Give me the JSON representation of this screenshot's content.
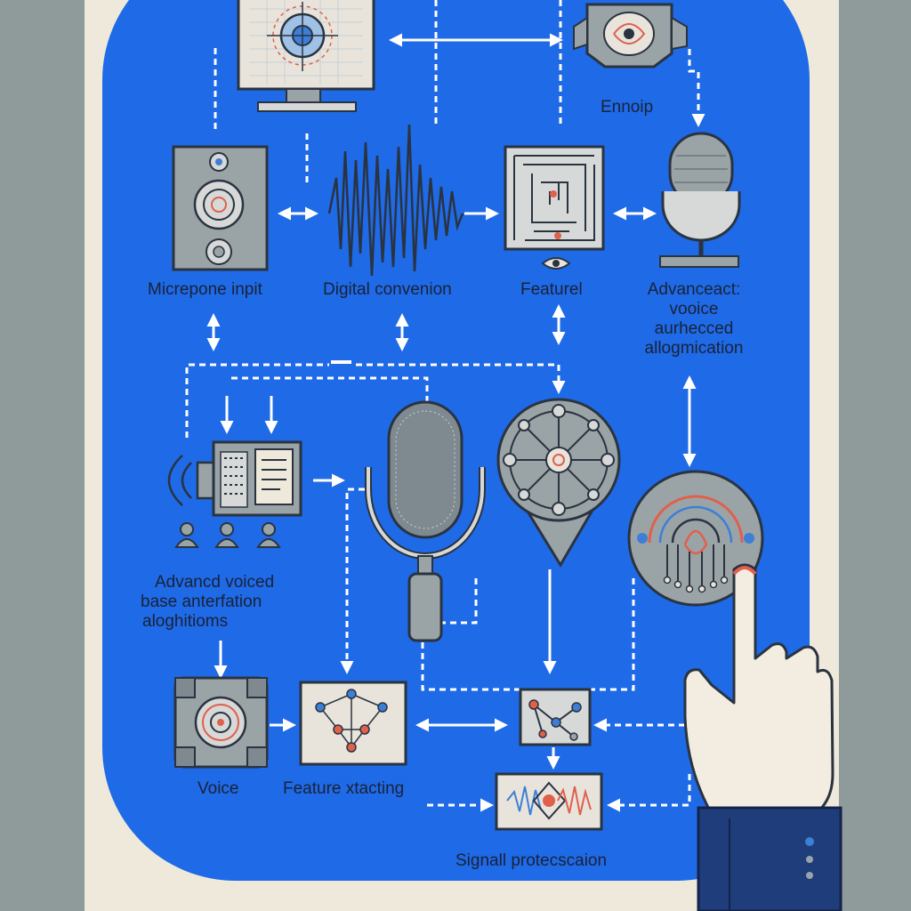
{
  "colors": {
    "page_bg": "#8f9a9a",
    "panel_cream": "#efe9dc",
    "board_blue": "#1f6ae6",
    "icon_grey": "#9aa4a6",
    "icon_stroke": "#2a3340",
    "accent_red": "#e0604c",
    "arrow_white": "#ffffff",
    "skin": "#f2ece1",
    "sleeve_navy": "#1f3d7a"
  },
  "icons": [
    "monitor-target-icon",
    "encryption-chip-icon",
    "speaker-input-icon",
    "waveform-icon",
    "maze-icon",
    "studio-mic-icon",
    "eye-icon",
    "speaker-document-icon",
    "users-icon",
    "large-microphone-icon",
    "neural-network-icon",
    "fingerprint-node-icon",
    "chip-icon",
    "feature-graph-icon",
    "node-graph-icon",
    "signal-waveform-icon",
    "pointing-hand-icon"
  ],
  "labels": {
    "encryption": "Ennoip",
    "microphone_input": "Micrepone inpit",
    "digital_conversion": "Digital convenion",
    "feature": "Featurel",
    "advanced_voice": [
      "Advanceact:",
      "vooice",
      "aurhecced",
      "allogmication"
    ],
    "advanced_voiced": [
      "Advancd voiced",
      "base anterfation",
      "aloghitioms"
    ],
    "voice": "Voice",
    "feature_extracting": "Feature xtacting",
    "signal_protection": "Signall protecscaion"
  }
}
